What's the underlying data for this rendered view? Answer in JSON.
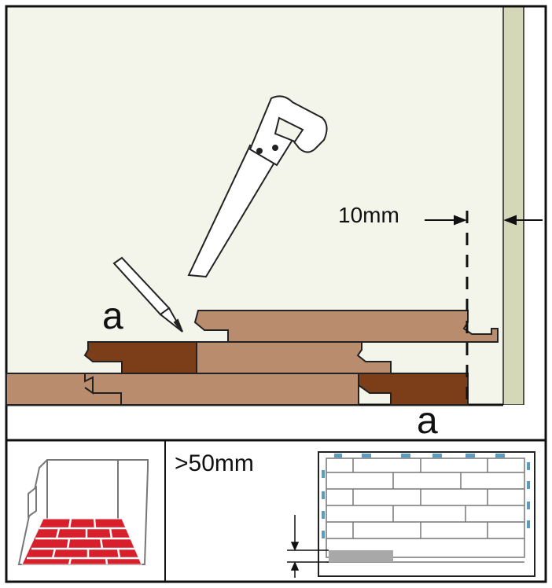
{
  "main_diagram": {
    "gap_label": "10mm",
    "mark_label_left": "a",
    "mark_label_right": "a"
  },
  "bottom_panel": {
    "clearance_label": ">50mm"
  },
  "colors": {
    "background": "#f3f4ea",
    "wall": "#d5d8b8",
    "plank_light": "#b88c6c",
    "plank_dark": "#7b3e19",
    "brick_red": "#d8202c",
    "tile_blue": "#5b9dc0"
  }
}
